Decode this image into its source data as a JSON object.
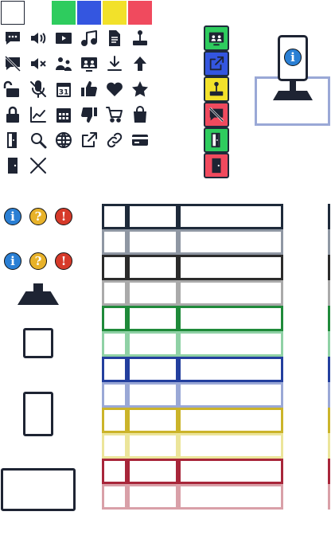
{
  "palette": {
    "swatches": [
      "#ffffff",
      "#2ecc5e",
      "#3456e0",
      "#f2e12a",
      "#f04a5e"
    ],
    "dark": "#1e2433",
    "row_colors": [
      {
        "name": "black",
        "strong": "#1e2a3a",
        "weak": "#8f97a3"
      },
      {
        "name": "grey",
        "strong": "#2b2b2b",
        "weak": "#aaaaaa"
      },
      {
        "name": "green",
        "strong": "#1f8a3a",
        "weak": "#8fd1a5"
      },
      {
        "name": "blue",
        "strong": "#233f9e",
        "weak": "#9aa8d6"
      },
      {
        "name": "yellow",
        "strong": "#cbb42a",
        "weak": "#ece59a"
      },
      {
        "name": "red",
        "strong": "#a8263a",
        "weak": "#d9a0a8"
      }
    ]
  },
  "icons": [
    [
      "chat-icon",
      "speaker-icon",
      "video-icon",
      "music-icon",
      "document-icon",
      "joystick-icon"
    ],
    [
      "chat-off-icon",
      "speaker-mute-icon",
      "users-icon",
      "screen-share-icon",
      "download-icon",
      "arrow-up-icon"
    ],
    [
      "unlock-icon",
      "mic-off-icon",
      "calendar-icon",
      "thumbs-up-icon",
      "heart-icon",
      "star-icon"
    ],
    [
      "lock-icon",
      "chart-icon",
      "calendar-grid-icon",
      "thumbs-down-icon",
      "cart-icon",
      "bag-icon"
    ],
    [
      "exit-door-icon",
      "search-icon",
      "globe-icon",
      "external-link-icon",
      "link-icon",
      "credit-card-icon"
    ],
    [
      "door-icon",
      "close-icon"
    ]
  ],
  "tiles": [
    {
      "icon": "screen-share-icon",
      "color": "#2ecc5e"
    },
    {
      "icon": "external-link-icon",
      "color": "#3456e0"
    },
    {
      "icon": "joystick-icon",
      "color": "#f2e12a"
    },
    {
      "icon": "chat-off-icon",
      "color": "#f04a5e"
    },
    {
      "icon": "exit-door-icon",
      "color": "#2ecc5e"
    },
    {
      "icon": "door-icon",
      "color": "#f04a5e"
    }
  ],
  "badges": {
    "info": {
      "glyph": "i",
      "color": "#2a7fd4"
    },
    "question": {
      "glyph": "?",
      "color": "#e8b22a"
    },
    "alert": {
      "glyph": "!",
      "color": "#d63a2a"
    }
  }
}
